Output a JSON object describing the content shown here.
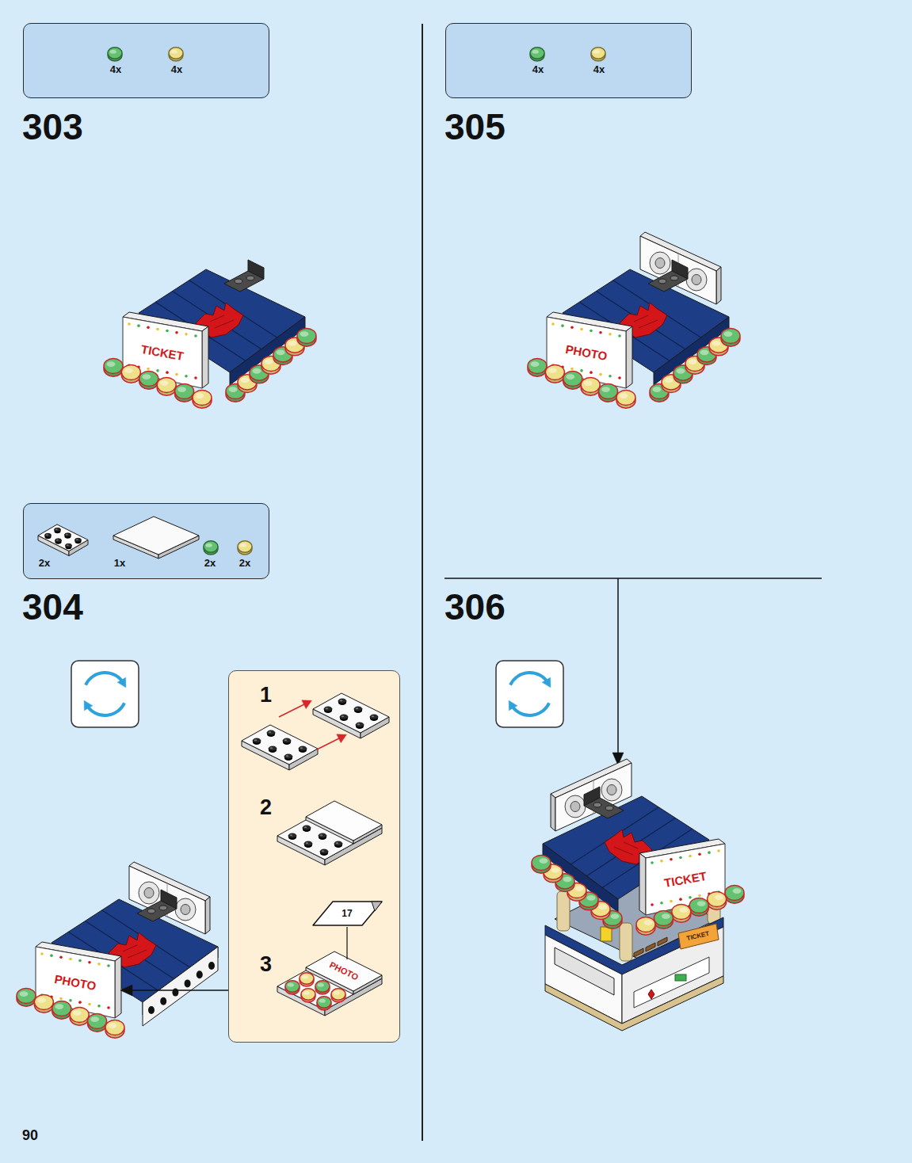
{
  "diagram": {
    "nodes": [
      {
        "text": [
          "4x",
          "4x"
        ]
      },
      {
        "text": [
          "2x",
          "1x",
          "2x",
          "2x"
        ]
      },
      {
        "text": [
          "1",
          "2",
          "3"
        ]
      },
      {
        "text": [
          "4x",
          "4x"
        ]
      }
    ],
    "labels": [
      "303",
      "TICKET",
      "304",
      "PHOTO",
      "17",
      "PHOTO",
      "305",
      "PHOTO",
      "306",
      "TICKET",
      "TICKET",
      "90"
    ]
  }
}
